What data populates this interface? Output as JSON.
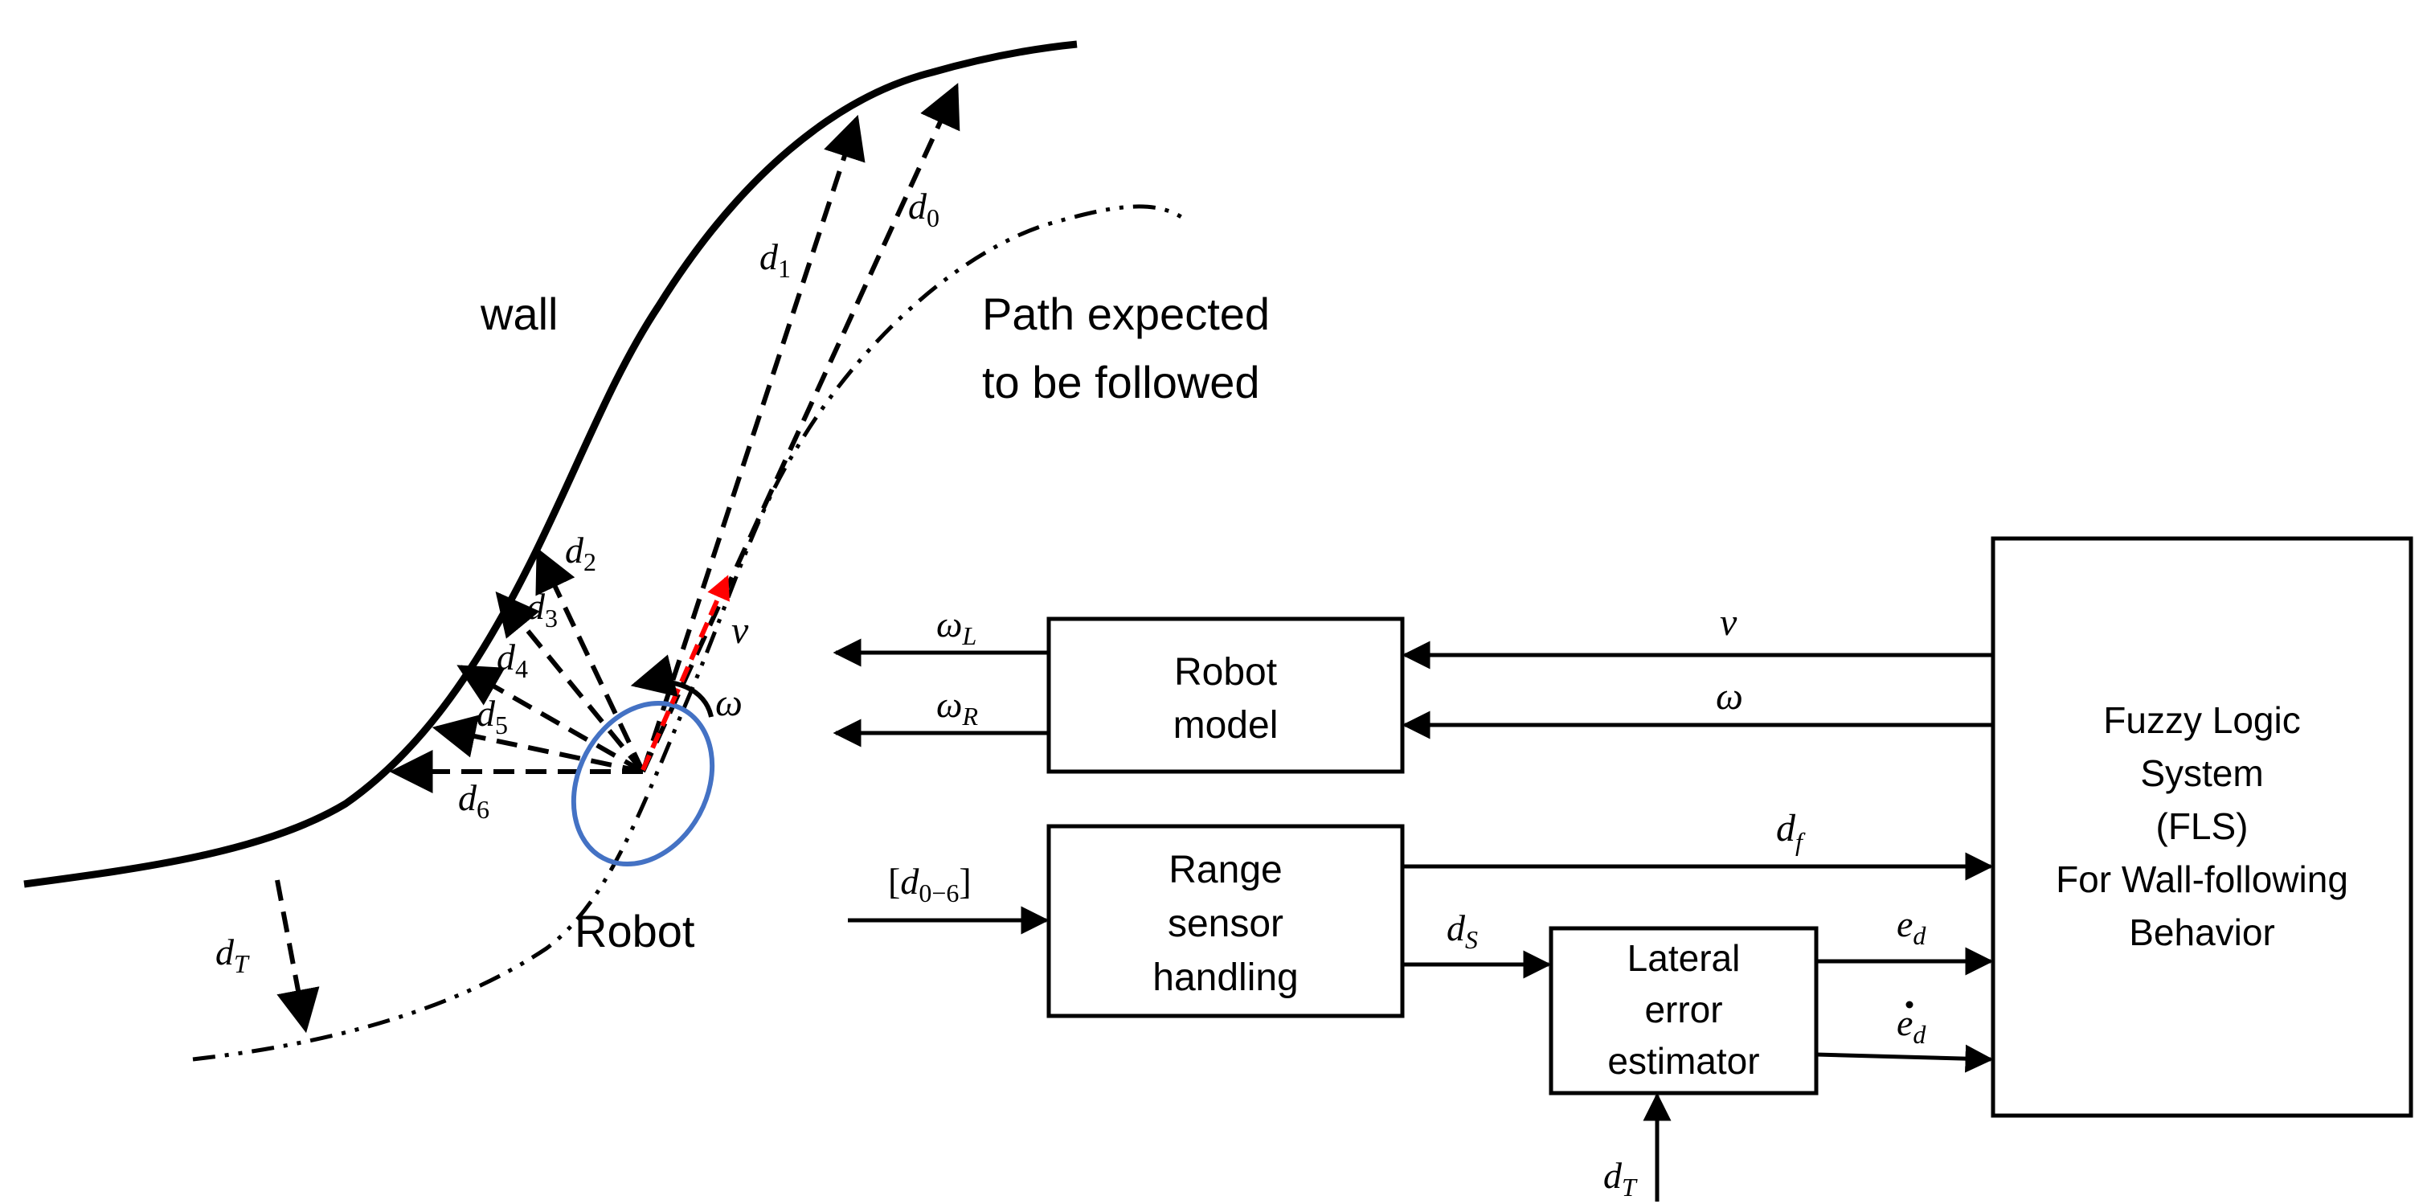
{
  "scene": {
    "wall_label": "wall",
    "path_label_line1": "Path expected",
    "path_label_line2": "to be followed",
    "robot_label": "Robot",
    "sensor_labels": {
      "d0": {
        "base": "d",
        "sub": "0"
      },
      "d1": {
        "base": "d",
        "sub": "1"
      },
      "d2": {
        "base": "d",
        "sub": "2"
      },
      "d3": {
        "base": "d",
        "sub": "3"
      },
      "d4": {
        "base": "d",
        "sub": "4"
      },
      "d5": {
        "base": "d",
        "sub": "5"
      },
      "d6": {
        "base": "d",
        "sub": "6"
      }
    },
    "target_distance": {
      "base": "d",
      "sub": "T"
    },
    "velocity_symbol": "v",
    "angular_symbol": "ω"
  },
  "blocks": {
    "robot_model": {
      "line1": "Robot",
      "line2": "model"
    },
    "range_sensor": {
      "line1": "Range",
      "line2": "sensor",
      "line3": "handling"
    },
    "lateral_error": {
      "line1": "Lateral",
      "line2": "error",
      "line3": "estimator"
    },
    "fls": {
      "line1": "Fuzzy Logic",
      "line2": "System",
      "line3": "(FLS)",
      "line4": "For Wall-following",
      "line5": "Behavior"
    }
  },
  "signals": {
    "omega_L": {
      "base": "ω",
      "sub": "L"
    },
    "omega_R": {
      "base": "ω",
      "sub": "R"
    },
    "v": "v",
    "omega": "ω",
    "d_f": {
      "base": "d",
      "sub": "f"
    },
    "d_S": {
      "base": "d",
      "sub": "S"
    },
    "e_d": {
      "base": "e",
      "sub": "d"
    },
    "e_d_dot": {
      "base": "e",
      "sub": "d"
    },
    "d_input": {
      "open": "[",
      "base": "d",
      "sub": "0−6",
      "close": "]"
    },
    "d_T": {
      "base": "d",
      "sub": "T"
    }
  },
  "colors": {
    "ink": "#000000",
    "robot_outline": "#4472C4",
    "heading_vector": "#FF0000"
  }
}
